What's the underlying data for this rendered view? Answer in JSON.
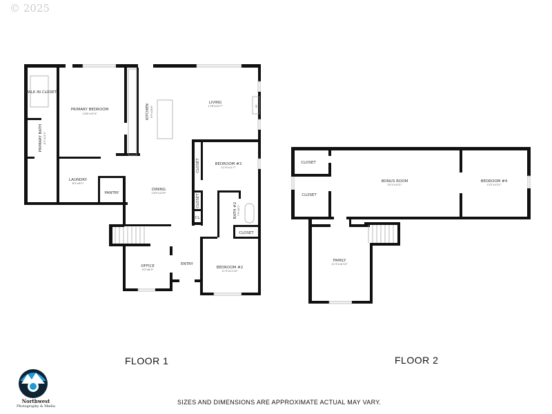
{
  "copyright": "© 2025",
  "floor1": {
    "title": "FLOOR 1",
    "rooms": [
      {
        "name": "WALK IN CLOSET",
        "dims": ""
      },
      {
        "name": "PRIMARY BEDROOM",
        "dims": "13'8\"x15'4\""
      },
      {
        "name": "PRIMARY BATH",
        "dims": "8'7\"x13'2\""
      },
      {
        "name": "KITCHEN",
        "dims": "9'9\"x18'6\""
      },
      {
        "name": "LIVING",
        "dims": "17'6\"x14'7\""
      },
      {
        "name": "LAUNDRY",
        "dims": "8'2\"x9'0\""
      },
      {
        "name": "PANTRY",
        "dims": ""
      },
      {
        "name": "DINING",
        "dims": "13'5\"x13'9\""
      },
      {
        "name": "BEDROOM #3",
        "dims": "11'3\"x11'7\""
      },
      {
        "name": "CLOSET",
        "dims": ""
      },
      {
        "name": "CLOSET",
        "dims": ""
      },
      {
        "name": "CL",
        "dims": ""
      },
      {
        "name": "BATH #2",
        "dims": "7'9\"x8'0\""
      },
      {
        "name": "CLOSET",
        "dims": ""
      },
      {
        "name": "OFFICE",
        "dims": "9'2\"x8'9\""
      },
      {
        "name": "ENTRY",
        "dims": ""
      },
      {
        "name": "BEDROOM #2",
        "dims": "11'3\"x11'10\""
      }
    ],
    "fireplace_label": "FP"
  },
  "floor2": {
    "title": "FLOOR 2",
    "rooms": [
      {
        "name": "CLOSET",
        "dims": ""
      },
      {
        "name": "CLOSET",
        "dims": ""
      },
      {
        "name": "BONUS ROOM",
        "dims": "20'1\"x13'1\""
      },
      {
        "name": "BEDROOM #4",
        "dims": "13'2\"x13'1\""
      },
      {
        "name": "FAMILY",
        "dims": "11'3\"x14'10\""
      }
    ]
  },
  "logo": {
    "line1": "Northwest",
    "line2": "Photography & Media",
    "colors": {
      "sky": "#1e9ad6",
      "dark": "#0d2435"
    }
  },
  "disclaimer": "SIZES AND DIMENSIONS ARE APPROXIMATE ACTUAL MAY VARY."
}
